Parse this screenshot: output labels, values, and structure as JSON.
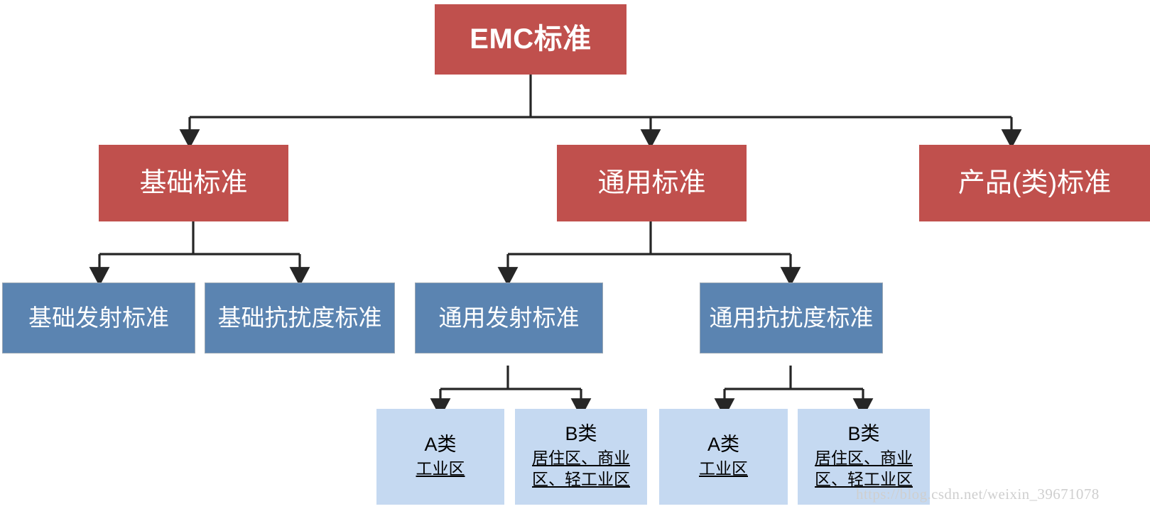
{
  "diagram": {
    "title": "EMC标准",
    "background_color": "#ffffff",
    "colors": {
      "level1_fill": "#c0504d",
      "level2_fill": "#c0504d",
      "level3_fill": "#5b84b1",
      "leaf_fill": "#c5d9f1",
      "connector": "#262626",
      "level1_text": "#ffffff",
      "leaf_text": "#000000",
      "watermark_text": "#cfcfcf"
    },
    "nodes": {
      "root": {
        "label": "EMC标准"
      },
      "level2": [
        {
          "label": "基础标准"
        },
        {
          "label": "通用标准"
        },
        {
          "label": "产品(类)标准"
        }
      ],
      "level3": [
        {
          "label": "基础发射标准"
        },
        {
          "label": "基础抗扰度标准"
        },
        {
          "label": "通用发射标准"
        },
        {
          "label": "通用抗扰度标准"
        }
      ],
      "leaves": [
        {
          "title": "A类",
          "subtitle": "工业区"
        },
        {
          "title": "B类",
          "subtitle": "居住区、商业区、轻工业区"
        },
        {
          "title": "A类",
          "subtitle": "工业区"
        },
        {
          "title": "B类",
          "subtitle": "居住区、商业区、轻工业区"
        }
      ]
    },
    "watermark": "https://blog.csdn.net/weixin_39671078"
  }
}
